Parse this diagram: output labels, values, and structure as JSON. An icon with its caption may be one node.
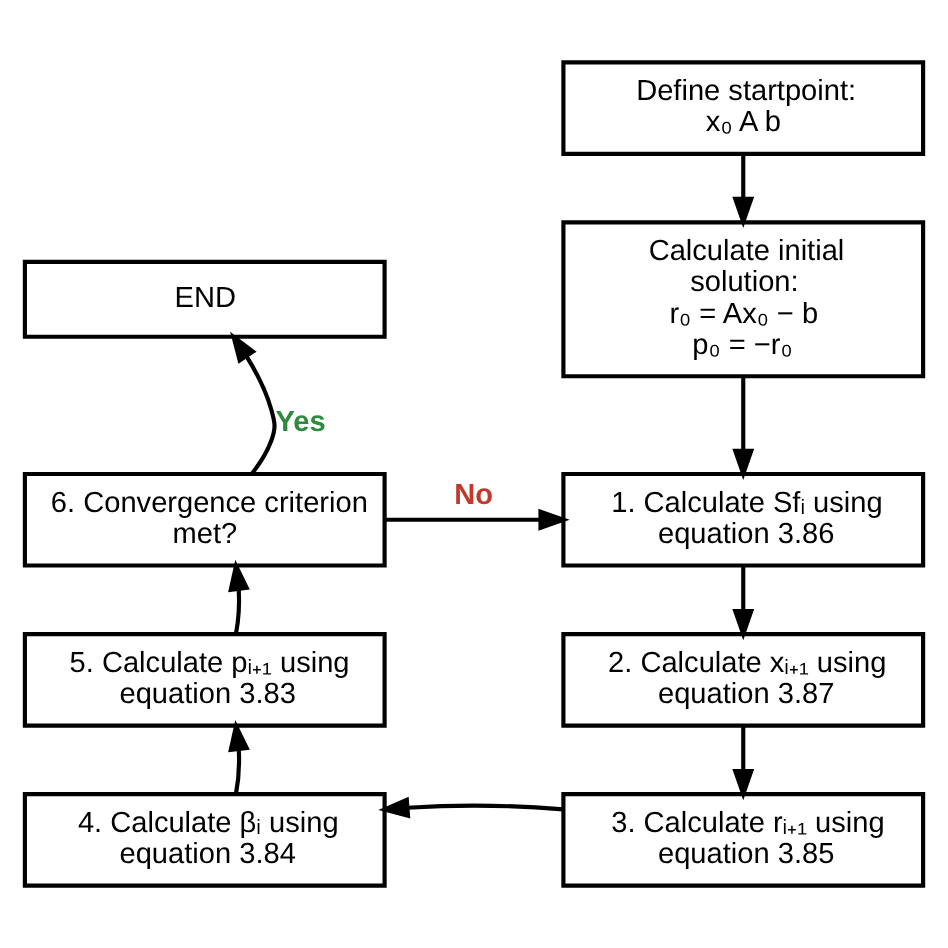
{
  "diagram": {
    "nodes": [
      {
        "text": [
          "Define startpoint:",
          "x₀ A b"
        ]
      },
      {
        "text": [
          "Calculate initial solution:",
          "r₀ = Ax₀ − b",
          "p₀ = −r₀"
        ]
      },
      {
        "text": [
          "1. Calculate Sfᵢ using equation 3.86"
        ]
      },
      {
        "text": [
          "2. Calculate xᵢ₊₁ using equation 3.87"
        ]
      },
      {
        "text": [
          "3. Calculate rᵢ₊₁ using equation 3.85"
        ]
      },
      {
        "text": [
          "4. Calculate βᵢ using equation 3.84"
        ]
      },
      {
        "text": [
          "5. Calculate pᵢ₊₁ using equation 3.83"
        ]
      },
      {
        "text": [
          "6. Convergence criterion met?"
        ]
      },
      {
        "text": [
          "END"
        ]
      }
    ],
    "edges": [
      {
        "from": 0,
        "to": 1,
        "arrow": "to"
      },
      {
        "from": 1,
        "to": 2,
        "arrow": "to"
      },
      {
        "from": 2,
        "to": 3,
        "arrow": "to"
      },
      {
        "from": 3,
        "to": 4,
        "arrow": "to"
      },
      {
        "from": 4,
        "to": 5,
        "arrow": "to"
      },
      {
        "from": 5,
        "to": 6,
        "arrow": "to"
      },
      {
        "from": 6,
        "to": 7,
        "arrow": "to"
      },
      {
        "from": 7,
        "to": 2,
        "arrow": "to",
        "label": "No"
      },
      {
        "from": 7,
        "to": 8,
        "arrow": "to",
        "label": "Yes"
      }
    ]
  }
}
